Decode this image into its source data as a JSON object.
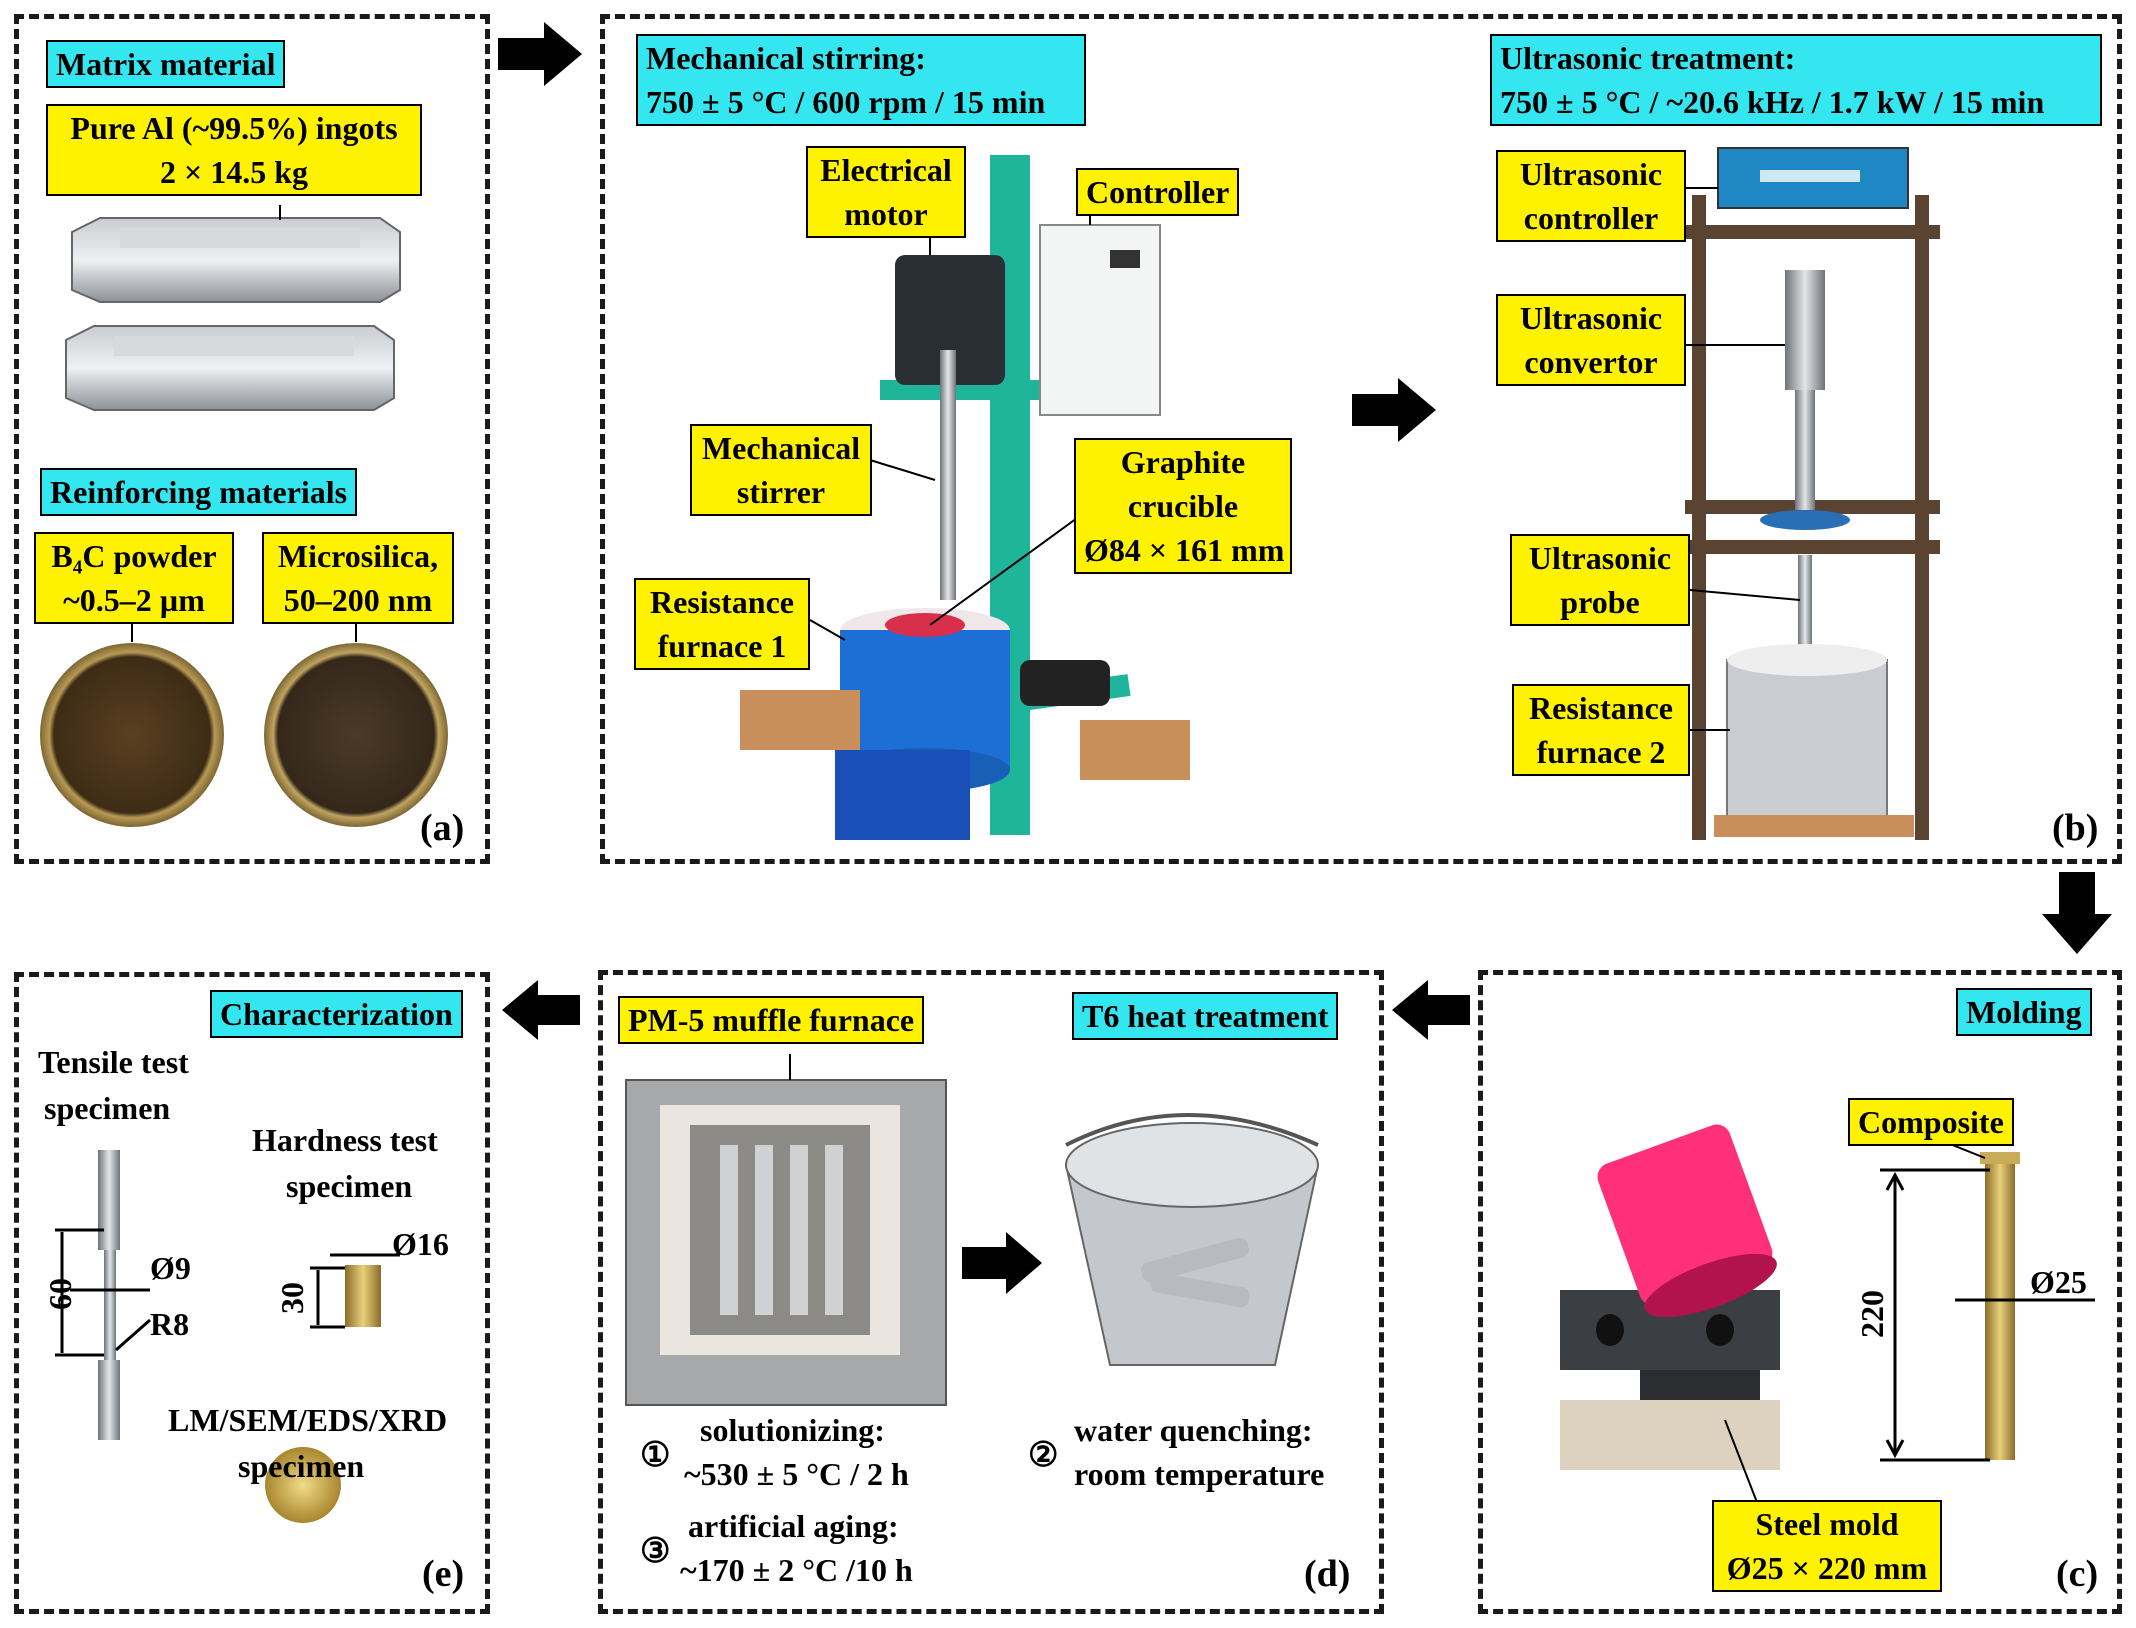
{
  "panel_a": {
    "title": "Matrix material",
    "ingots_line1": "Pure Al (~99.5%) ingots",
    "ingots_line2": "2 × 14.5 kg",
    "reinforcing_title": "Reinforcing materials",
    "b4c_line1": "B₄C powder",
    "b4c_line2": "~0.5–2 µm",
    "microsilica_line1": "Microsilica,",
    "microsilica_line2": "50–200 nm",
    "tag": "(a)"
  },
  "panel_b": {
    "stirring_line1": "Mechanical stirring:",
    "stirring_line2": "750 ± 5 °C / 600 rpm / 15 min",
    "ultrasonic_line1": "Ultrasonic treatment:",
    "ultrasonic_line2": "750 ± 5 °C / ~20.6 kHz / 1.7 kW / 15 min",
    "motor_line1": "Electrical",
    "motor_line2": "motor",
    "controller": "Controller",
    "stirrer_line1": "Mechanical",
    "stirrer_line2": "stirrer",
    "crucible_line1": "Graphite",
    "crucible_line2": "crucible",
    "crucible_line3": "Ø84 × 161 mm",
    "furnace1_line1": "Resistance",
    "furnace1_line2": "furnace 1",
    "us_controller_line1": "Ultrasonic",
    "us_controller_line2": "controller",
    "us_convertor_line1": "Ultrasonic",
    "us_convertor_line2": "convertor",
    "us_probe_line1": "Ultrasonic",
    "us_probe_line2": "probe",
    "furnace2_line1": "Resistance",
    "furnace2_line2": "furnace 2",
    "tag": "(b)"
  },
  "panel_c": {
    "title": "Molding",
    "composite": "Composite",
    "mold_line1": "Steel mold",
    "mold_line2": "Ø25 × 220 mm",
    "dim_length": "220",
    "dim_diameter": "Ø25",
    "tag": "(c)"
  },
  "panel_d": {
    "furnace": "PM-5 muffle furnace",
    "title": "T6 heat treatment",
    "step1_num": "①",
    "step1_line1": "solutionizing:",
    "step1_line2": "~530 ± 5 °C / 2 h",
    "step2_num": "②",
    "step2_line1": "water quenching:",
    "step2_line2": "room temperature",
    "step3_num": "③",
    "step3_line1": "artificial aging:",
    "step3_line2": "~170 ± 2 °C /10 h",
    "tag": "(d)"
  },
  "panel_e": {
    "title": "Characterization",
    "tensile_line1": "Tensile test",
    "tensile_line2": "specimen",
    "hardness_line1": "Hardness test",
    "hardness_line2": "specimen",
    "analysis_line1": "LM/SEM/EDS/XRD",
    "analysis_line2": "specimen",
    "dim_60": "60",
    "dim_d9": "Ø9",
    "dim_r8": "R8",
    "dim_30": "30",
    "dim_d16": "Ø16",
    "tag": "(e)"
  },
  "colors": {
    "cyan_label": "#33e6f0",
    "yellow_label": "#fff200",
    "arrow": "#000000"
  }
}
